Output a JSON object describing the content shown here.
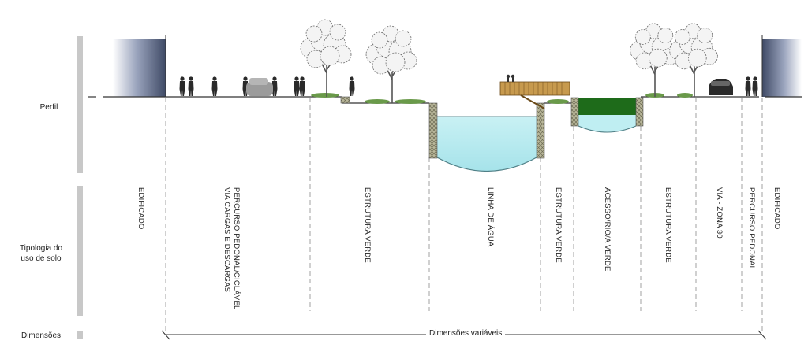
{
  "row_labels": {
    "profile": "Perfil",
    "land_use": "Tipologia do\nuso de solo",
    "dimensions": "Dimensões"
  },
  "dimension_text": "Dimensões variáveis",
  "zones": [
    "EDIFICADO",
    "PERCURSO PEDONAL/CICLÁVEL\nVIA CARGAS E DESCARGAS",
    "ESTRUTURA VERDE",
    "LINHA DE ÁGUA",
    "ESTRUTURA VERDE",
    "ACESSO/RIO/A VERDE",
    "ESTRUTURA VERDE",
    "VIA - ZONA 30",
    "PERCURSO PEDONAL",
    "EDIFICADO"
  ],
  "colors": {
    "water": "#bfeef2",
    "water_edge": "#7fc9cf",
    "green_roof": "#1e6b1a",
    "grass": "#6a9a4a",
    "wall": "#9a9a80",
    "deck": "#a8772e",
    "building_dark": "#3f4a66",
    "building_light": "#ffffff",
    "bar": "#c8c8c8"
  }
}
